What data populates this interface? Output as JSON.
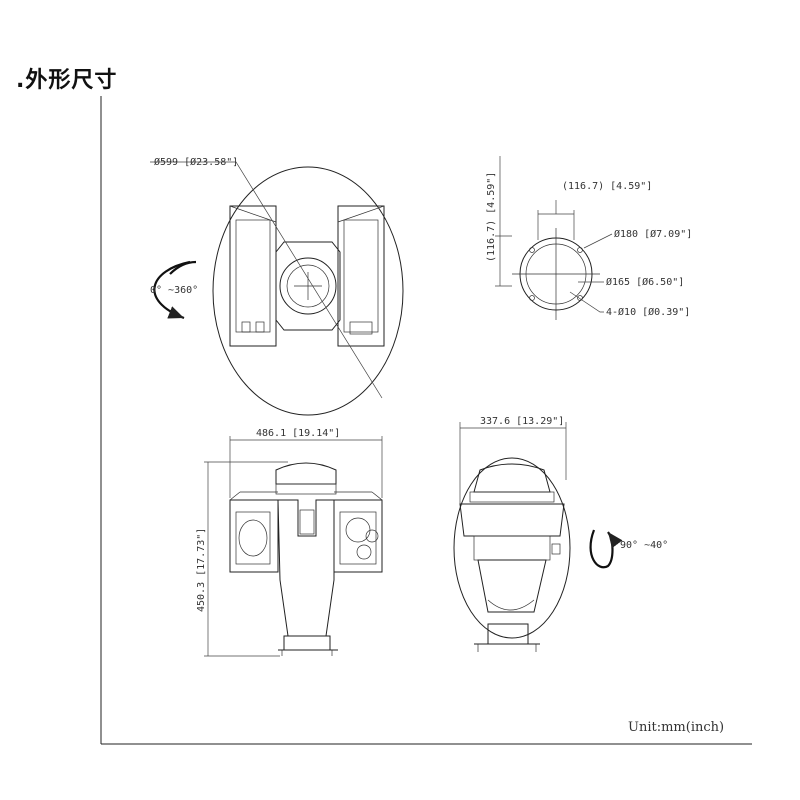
{
  "title": ".外形尺寸",
  "top_view": {
    "diameter_label": "Ø599 [Ø23.58\"]",
    "pan_label": "0° ~360°"
  },
  "window_view": {
    "vertical_label": "(116.7) [4.59\"]",
    "horizontal_label": "(116.7) [4.59\"]",
    "d180_label": "Ø180 [Ø7.09\"]",
    "d165_label": "Ø165 [Ø6.50\"]",
    "d10_label": "4-Ø10 [Ø0.39\"]"
  },
  "front_view": {
    "width_label": "486.1 [19.14\"]",
    "height_label": "450.3 [17.73\"]"
  },
  "side_view": {
    "depth_label": "337.6 [13.29\"]",
    "tilt_label": "90° ~40°"
  },
  "unit_label": "Unit:mm(inch)"
}
